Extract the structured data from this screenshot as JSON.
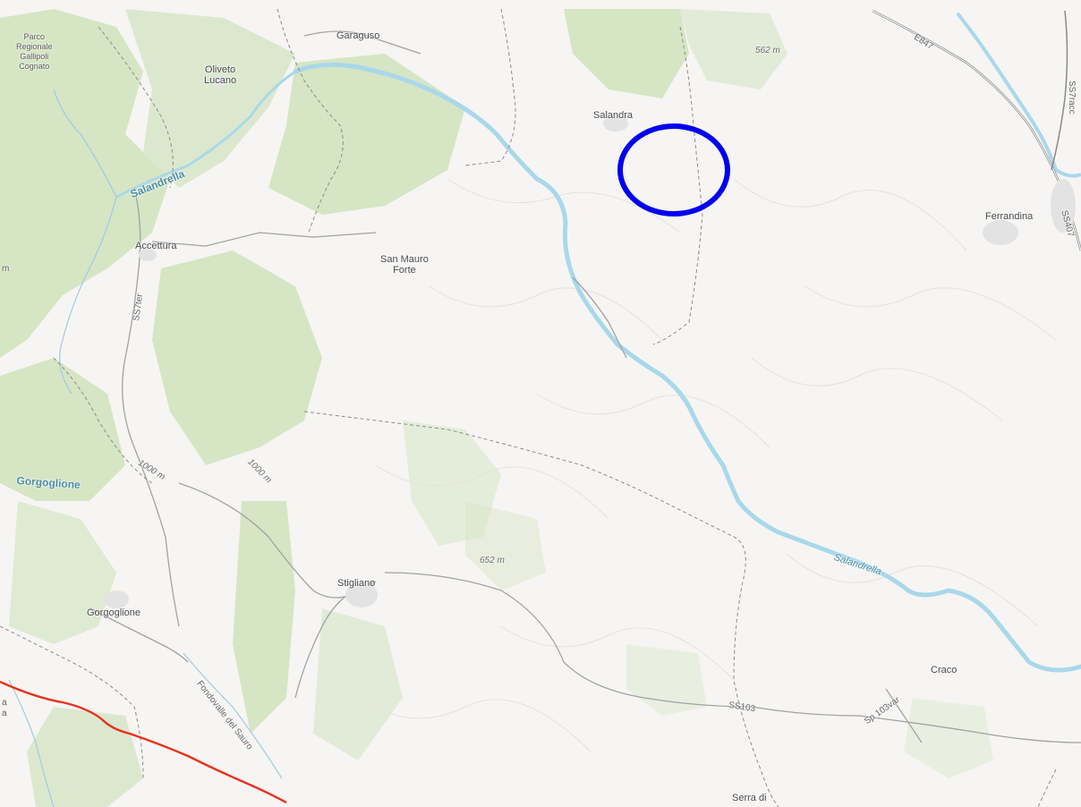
{
  "map": {
    "places": {
      "parco": "Parco\nRegionale\nGallipoli\nCognato",
      "garaguso": "Garaguso",
      "oliveto": "Oliveto\nLucano",
      "salandra": "Salandra",
      "accettura": "Accettura",
      "san_mauro": "San Mauro\nForte",
      "ferrandina": "Ferrandina",
      "stigliano": "Stigliano",
      "gorgoglione": "Gorgoglione",
      "craco": "Craco",
      "serra": "Serra di"
    },
    "elevations": {
      "e562": "562 m",
      "e652": "652 m",
      "e1000a": "1000 m",
      "e1000b": "1000 m"
    },
    "rivers": {
      "salandrella_nw": "Salandrella",
      "salandrella_se": "Salandrella",
      "gorgoglione": "Gorgoglione"
    },
    "roads": {
      "e847": "E847",
      "ss7racc": "SS7racc",
      "ss407": "SS407",
      "ss103": "SS103",
      "sp103var": "Sp 103var",
      "ss7ter": "SS7ter",
      "fondovalle": "Fondovalle del Sauro"
    },
    "edge_fragments": {
      "left_top": "m",
      "left_bottom": "a\na"
    },
    "colors": {
      "background": "#f6f5f3",
      "forest": "#d6e5c4",
      "river": "#a9d8ea",
      "highlight_circle": "#0000ee",
      "route": "#e8321e",
      "road": "#9a9a9a",
      "boundary": "#8c8c8c"
    }
  }
}
